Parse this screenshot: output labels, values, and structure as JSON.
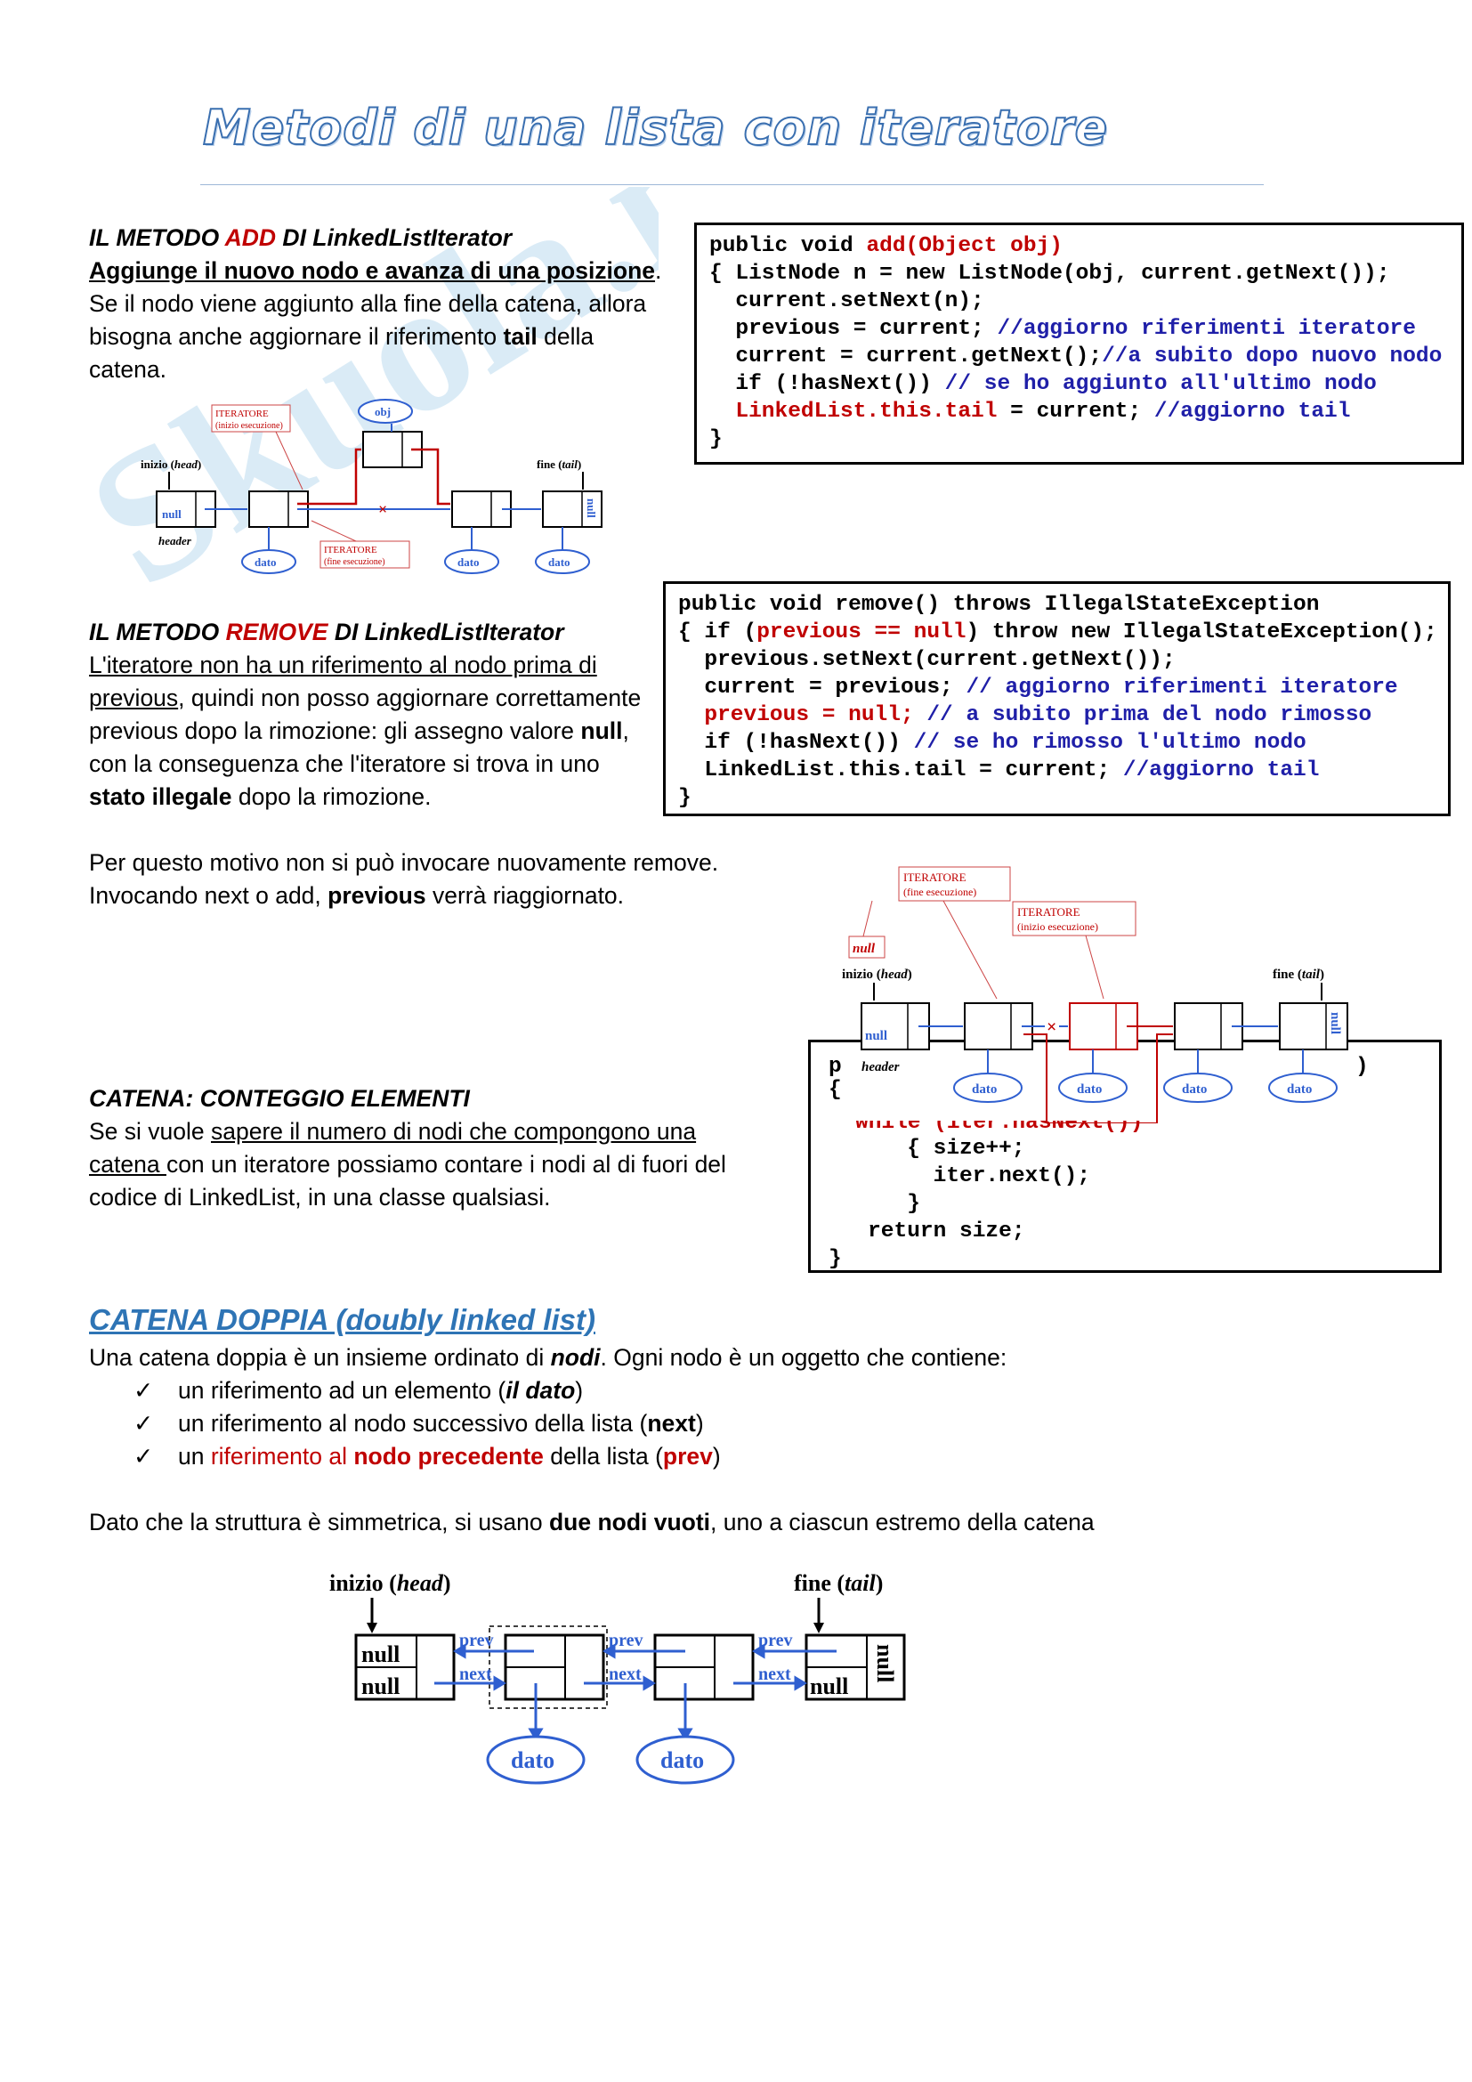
{
  "page_title": "Metodi di una lista con iteratore",
  "watermark": "Skuola.net",
  "add_section": {
    "heading_pre": "IL METODO ",
    "heading_method": "ADD",
    "heading_post": " DI LinkedListIterator",
    "subtitle": "Aggiunge il nuovo nodo e avanza di una posizione",
    "subtitle_end": ".",
    "body_1": "Se il nodo viene aggiunto alla fine della catena, allora bisogna anche aggiornare il riferimento ",
    "body_bold": "tail",
    "body_2": " della catena.",
    "code": [
      {
        "t": "public void ",
        "c": ""
      },
      {
        "t": "add(Object obj)",
        "c": "r"
      },
      {
        "t": "\n{ ListNode n = new ListNode(obj, current.getNext());\n  current.setNext(n);\n  previous = current; ",
        "c": ""
      },
      {
        "t": "//aggiorno riferimenti iteratore",
        "c": "b"
      },
      {
        "t": "\n  current = current.getNext();",
        "c": ""
      },
      {
        "t": "//a subito dopo nuovo nodo",
        "c": "b"
      },
      {
        "t": "\n  if (!hasNext()) ",
        "c": ""
      },
      {
        "t": "// se ho aggiunto all'ultimo nodo",
        "c": "b"
      },
      {
        "t": "\n  ",
        "c": ""
      },
      {
        "t": "LinkedList.this.tail",
        "c": "r"
      },
      {
        "t": " = current; ",
        "c": ""
      },
      {
        "t": "//aggiorno tail",
        "c": "b"
      },
      {
        "t": "\n}",
        "c": ""
      }
    ],
    "diagram": {
      "iter_start": "ITERATORE",
      "iter_start_sub": "(inizio esecuzione)",
      "iter_end": "ITERATORE",
      "iter_end_sub": "(fine esecuzione)",
      "obj": "obj",
      "head": "inizio (",
      "head_it": "head",
      "tail": "fine (",
      "tail_it": "tail",
      "close": ")",
      "null": "null",
      "header": "header",
      "dato": "dato"
    }
  },
  "remove_section": {
    "heading_pre": "IL METODO ",
    "heading_method": "REMOVE",
    "heading_post": " DI LinkedListIterator",
    "line_ul": "L'iteratore non ha un riferimento al nodo prima di previous",
    "body_1": ", quindi non posso aggiornare correttamente previous dopo la rimozione: gli assegno valore ",
    "bold_1": "null",
    "body_2": ", con la conseguenza che l'iteratore si trova in uno ",
    "bold_2": "stato illegale",
    "body_3": " dopo la rimozione.",
    "line_2": "Per questo motivo non si può invocare nuovamente remove.",
    "line_3a": "Invocando next o add, ",
    "line_3b": "previous",
    "line_3c": " verrà riaggiornato.",
    "code": [
      {
        "t": "public void remove() throws IllegalStateException\n{ if (",
        "c": ""
      },
      {
        "t": "previous == null",
        "c": "r"
      },
      {
        "t": ") throw new IllegalStateException();\n  previous.setNext(current.getNext());\n  current = previous; ",
        "c": ""
      },
      {
        "t": "// aggiorno riferimenti iteratore",
        "c": "b"
      },
      {
        "t": "\n  ",
        "c": ""
      },
      {
        "t": "previous = null; ",
        "c": "r"
      },
      {
        "t": "// a subito prima del nodo rimosso",
        "c": "b"
      },
      {
        "t": "\n  if (!hasNext()) ",
        "c": ""
      },
      {
        "t": "// se ho rimosso l'ultimo nodo",
        "c": "b"
      },
      {
        "t": "\n  LinkedList.this.tail = current; ",
        "c": ""
      },
      {
        "t": "//aggiorno tail",
        "c": "b"
      },
      {
        "t": "\n}",
        "c": ""
      }
    ],
    "diagram": {
      "iter_end": "ITERATORE",
      "iter_end_sub": "(fine esecuzione)",
      "iter_start": "ITERATORE",
      "iter_start_sub": "(inizio esecuzione)",
      "null_label": "null"
    }
  },
  "count_section": {
    "heading": "CATENA: CONTEGGIO ELEMENTI",
    "line_1a": "Se si vuole ",
    "line_1b": "sapere il numero di nodi che compongono una catena ",
    "line_1c": "con un iteratore possiamo contare i nodi al di fuori del codice di LinkedList, in una classe qualsiasi.",
    "code_p": "p",
    "code_brace": "{",
    "code_close_paren": ")",
    "code_while": "while (iter.hasNext())",
    "code_rest": "      { size++;\n        iter.next();\n      }\n   return size;\n}"
  },
  "doubly_section": {
    "heading": "CATENA DOPPIA (doubly linked list)",
    "intro_a": "Una catena doppia è un insieme ordinato di ",
    "intro_b": "nodi",
    "intro_c": ". Ogni nodo è un oggetto che contiene:",
    "items": [
      {
        "a": "un riferimento ad un elemento (",
        "b": "il dato",
        "c": ")"
      },
      {
        "a": "un riferimento al nodo successivo della lista (",
        "b": "next",
        "c": ")"
      },
      {
        "a": "riferimento al ",
        "b": "nodo precedente",
        "c": " della lista (",
        "d": "prev",
        "e": ")",
        "pre": "un "
      }
    ],
    "check": "✓",
    "footer_a": "Dato che la struttura è simmetrica, si usano ",
    "footer_b": "due nodi vuoti",
    "footer_c": ", uno a ciascun estremo della catena",
    "diagram": {
      "head": "inizio (",
      "head_it": "head",
      "tail": "fine (",
      "tail_it": "tail",
      "close": ")",
      "null": "null",
      "prev": "prev",
      "next": "next",
      "dato": "dato"
    }
  },
  "colors": {
    "title_stroke": "#3a6fb0",
    "red": "#c00000",
    "code_blue": "#1f1fa8",
    "heading_blue": "#2e74b5",
    "diagram_blue": "#2f5fd0"
  }
}
